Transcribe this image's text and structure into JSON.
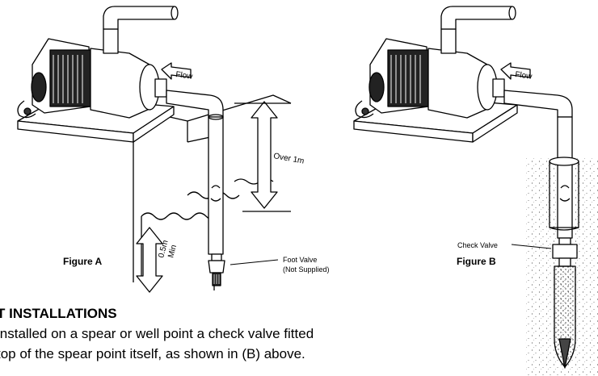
{
  "figure_a": {
    "caption": "Figure A",
    "flow_label": "Flow",
    "height_label": "Over 1m",
    "depth_label_1": "0.5m",
    "depth_label_2": "Min",
    "foot_valve_label": "Foot Valve",
    "foot_valve_note": "(Not Supplied)"
  },
  "figure_b": {
    "caption": "Figure B",
    "flow_label": "Flow",
    "check_valve_label": "Check Valve"
  },
  "text": {
    "heading": "T INSTALLATIONS",
    "line1": "installed on a spear or well point a check valve fitted",
    "line2": "top of the spear point itself, as shown in (B) above."
  }
}
